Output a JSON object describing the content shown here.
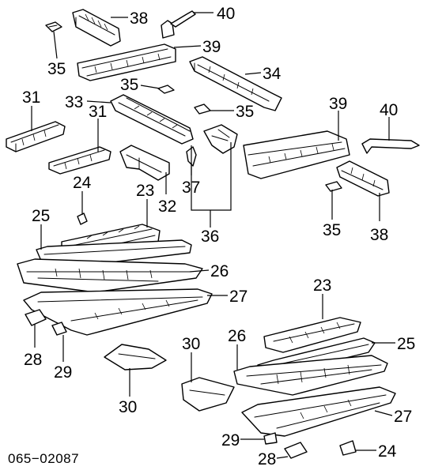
{
  "diagram_code": "065−02087",
  "callouts": [
    {
      "id": "c38a",
      "label": "38"
    },
    {
      "id": "c40a",
      "label": "40"
    },
    {
      "id": "c35a",
      "label": "35"
    },
    {
      "id": "c39a",
      "label": "39"
    },
    {
      "id": "c34",
      "label": "34"
    },
    {
      "id": "c31a",
      "label": "31"
    },
    {
      "id": "c35b",
      "label": "35"
    },
    {
      "id": "c33",
      "label": "33"
    },
    {
      "id": "c35c",
      "label": "35"
    },
    {
      "id": "c39b",
      "label": "39"
    },
    {
      "id": "c40b",
      "label": "40"
    },
    {
      "id": "c31b",
      "label": "31"
    },
    {
      "id": "c24a",
      "label": "24"
    },
    {
      "id": "c23a",
      "label": "23"
    },
    {
      "id": "c32",
      "label": "32"
    },
    {
      "id": "c37",
      "label": "37"
    },
    {
      "id": "c35d",
      "label": "35"
    },
    {
      "id": "c38b",
      "label": "38"
    },
    {
      "id": "c25a",
      "label": "25"
    },
    {
      "id": "c36",
      "label": "36"
    },
    {
      "id": "c26a",
      "label": "26"
    },
    {
      "id": "c27a",
      "label": "27"
    },
    {
      "id": "c23b",
      "label": "23"
    },
    {
      "id": "c30a",
      "label": "30"
    },
    {
      "id": "c26b",
      "label": "26"
    },
    {
      "id": "c25b",
      "label": "25"
    },
    {
      "id": "c28a",
      "label": "28"
    },
    {
      "id": "c29a",
      "label": "29"
    },
    {
      "id": "c30b",
      "label": "30"
    },
    {
      "id": "c27b",
      "label": "27"
    },
    {
      "id": "c29b",
      "label": "29"
    },
    {
      "id": "c24b",
      "label": "24"
    },
    {
      "id": "c28b",
      "label": "28"
    }
  ]
}
